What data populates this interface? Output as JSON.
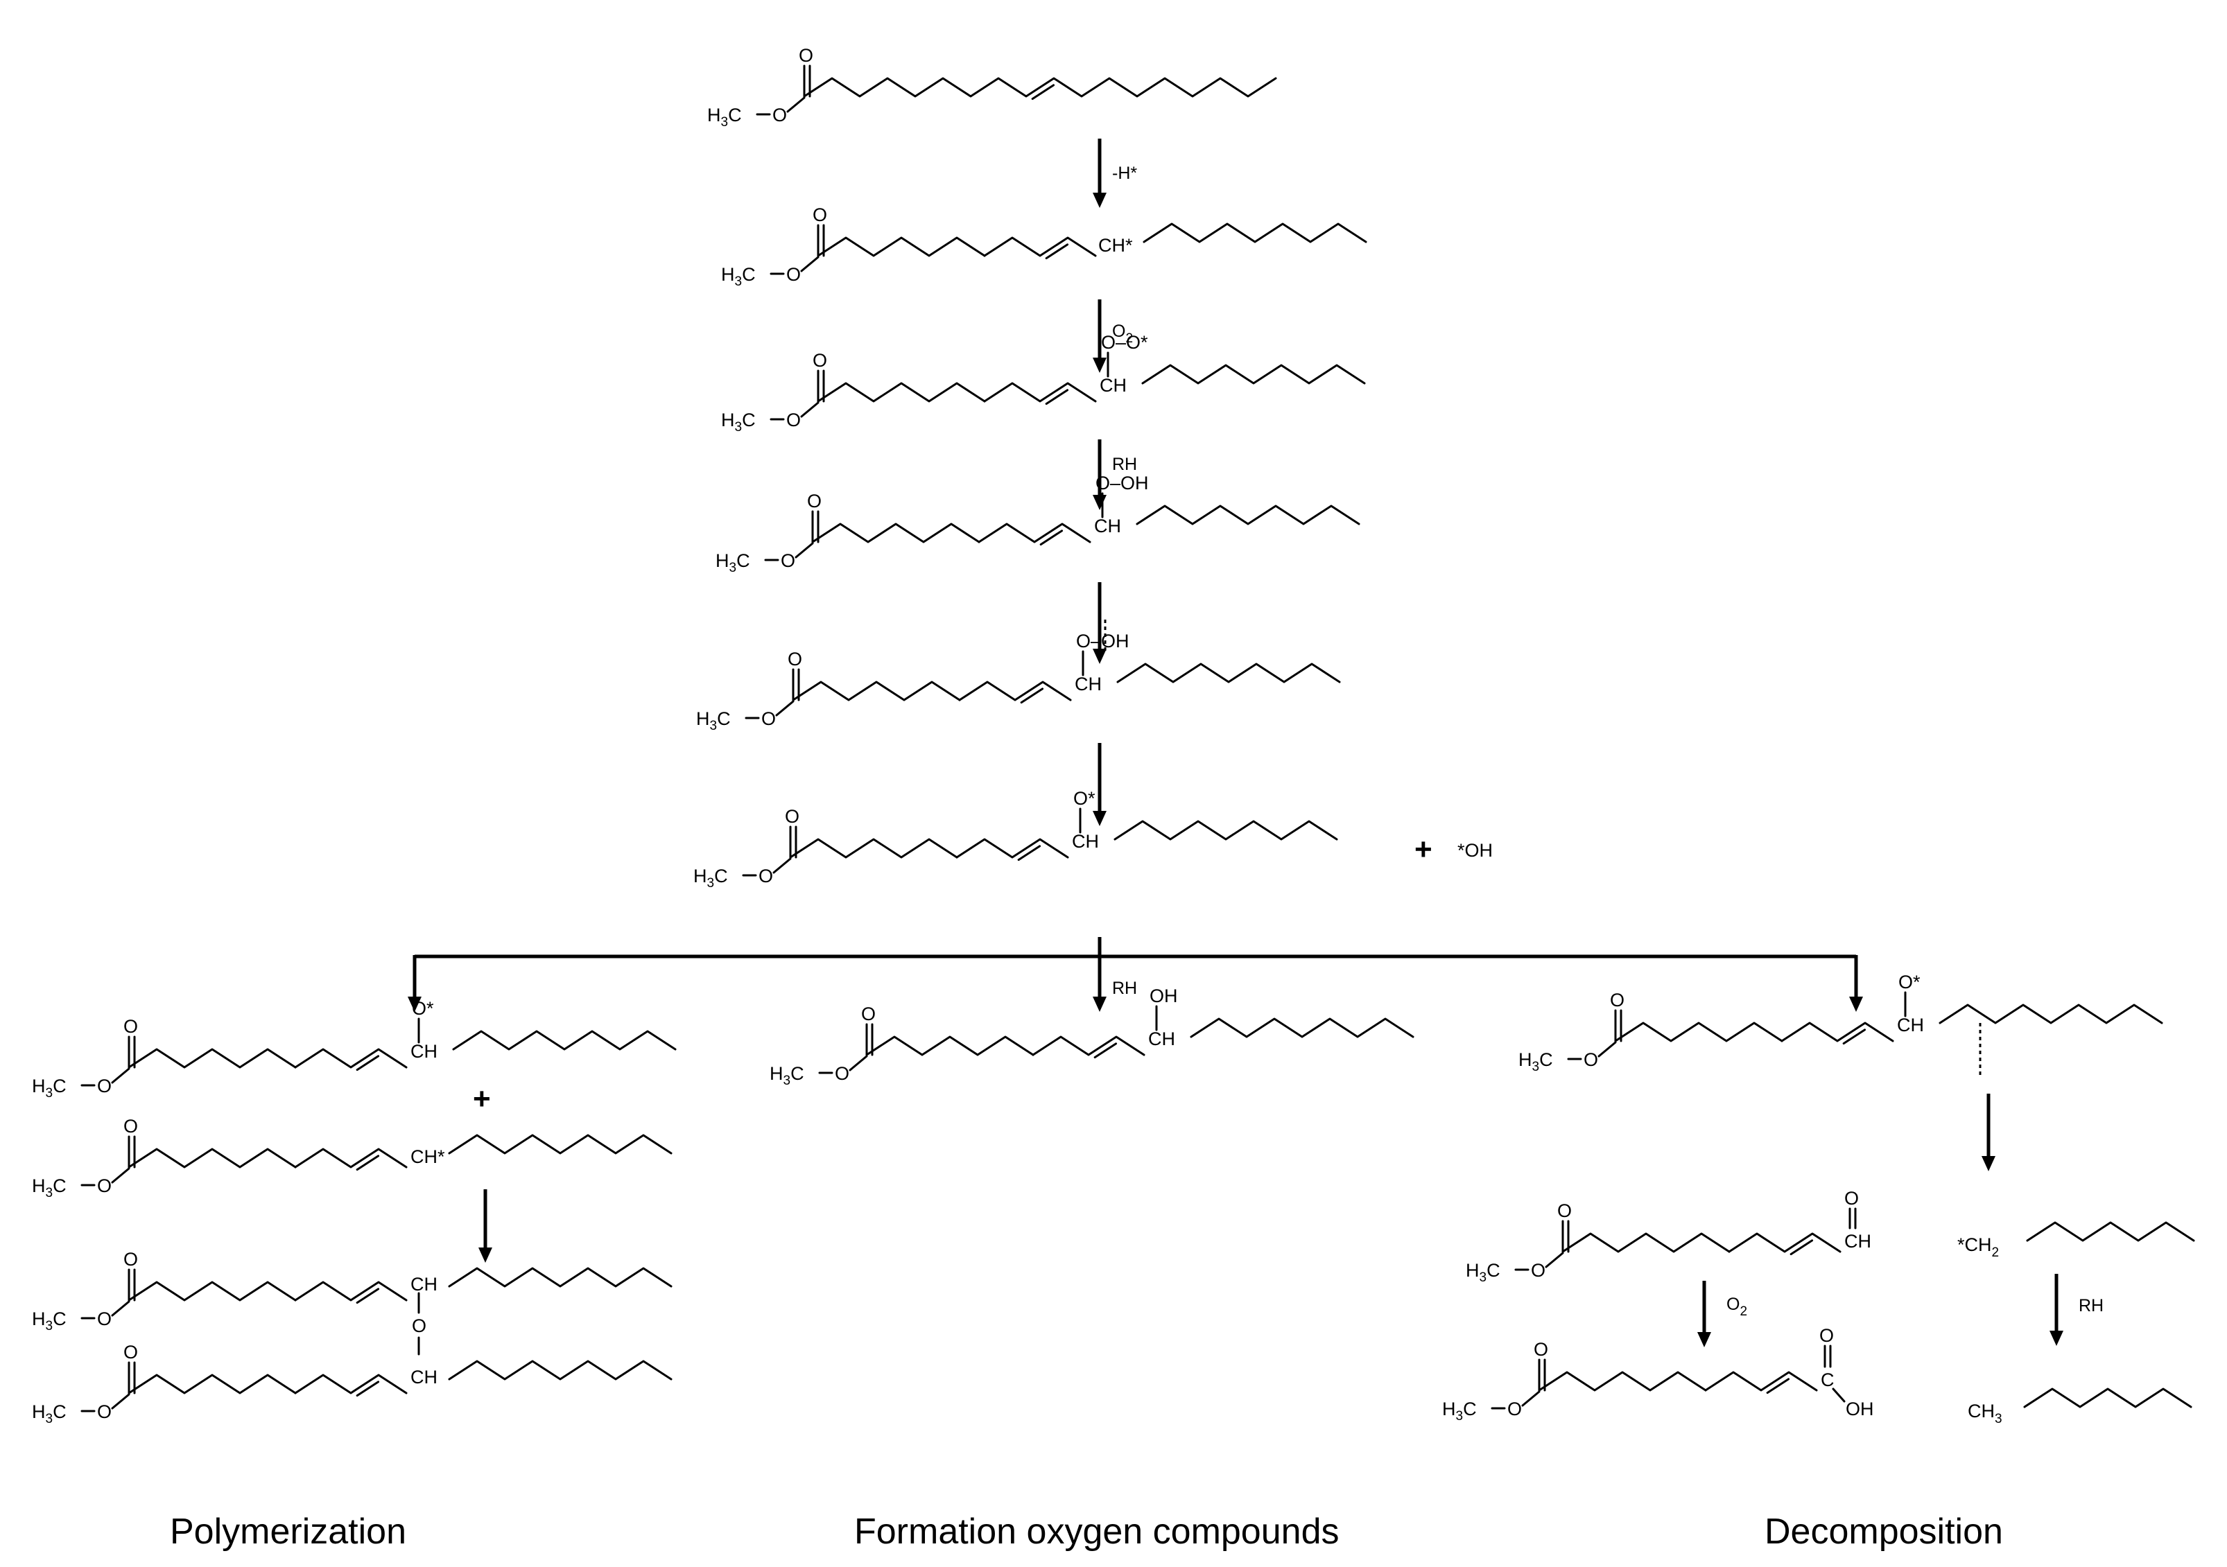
{
  "atoms": {
    "methyl_ester": "H3C",
    "ester_O": "O",
    "carbonyl_O": "O",
    "radical_CH": "CH*",
    "peroxyl": "O–O*",
    "hydroperoxide": "O–OH",
    "CH": "CH",
    "O_radical": "O*",
    "OH": "OH",
    "hydroxyl_radical": "*OH",
    "ether_O": "O",
    "aldehyde_CH": "CH",
    "aldehyde_O": "O",
    "acid_OH": "OH",
    "acid_C": "C",
    "alkyl_radical": "*CH",
    "alkyl_radical_sub": "2",
    "methyl_end": "CH",
    "methyl_end_sub": "3",
    "subscript_3": "3",
    "subscript_2": "2"
  },
  "conditions": {
    "h_abstraction": "-H*",
    "oxygen": "O",
    "oxygen_sub": "2",
    "hydrogen_donor": "RH"
  },
  "symbols": {
    "plus": "+"
  },
  "pathways": {
    "left": "Polymerization",
    "center": "Formation oxygen compounds",
    "right": "Decomposition"
  }
}
